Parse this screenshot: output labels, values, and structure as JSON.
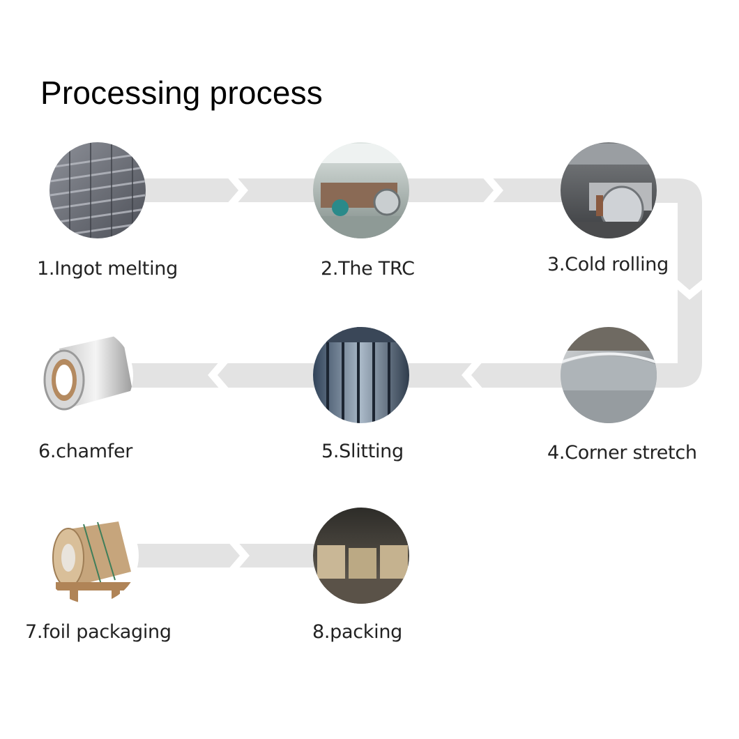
{
  "title": "Processing process",
  "steps": [
    {
      "label": "1.Ingot melting"
    },
    {
      "label": "2.The TRC"
    },
    {
      "label": "3.Cold rolling"
    },
    {
      "label": "4.Corner stretch"
    },
    {
      "label": "5.Slitting"
    },
    {
      "label": "6.chamfer"
    },
    {
      "label": "7.foil packaging"
    },
    {
      "label": "8.packing"
    }
  ],
  "colors": {
    "connector": "#e3e3e3",
    "arrow_notch": "#ffffff",
    "title": "#000000",
    "label": "#222222"
  }
}
